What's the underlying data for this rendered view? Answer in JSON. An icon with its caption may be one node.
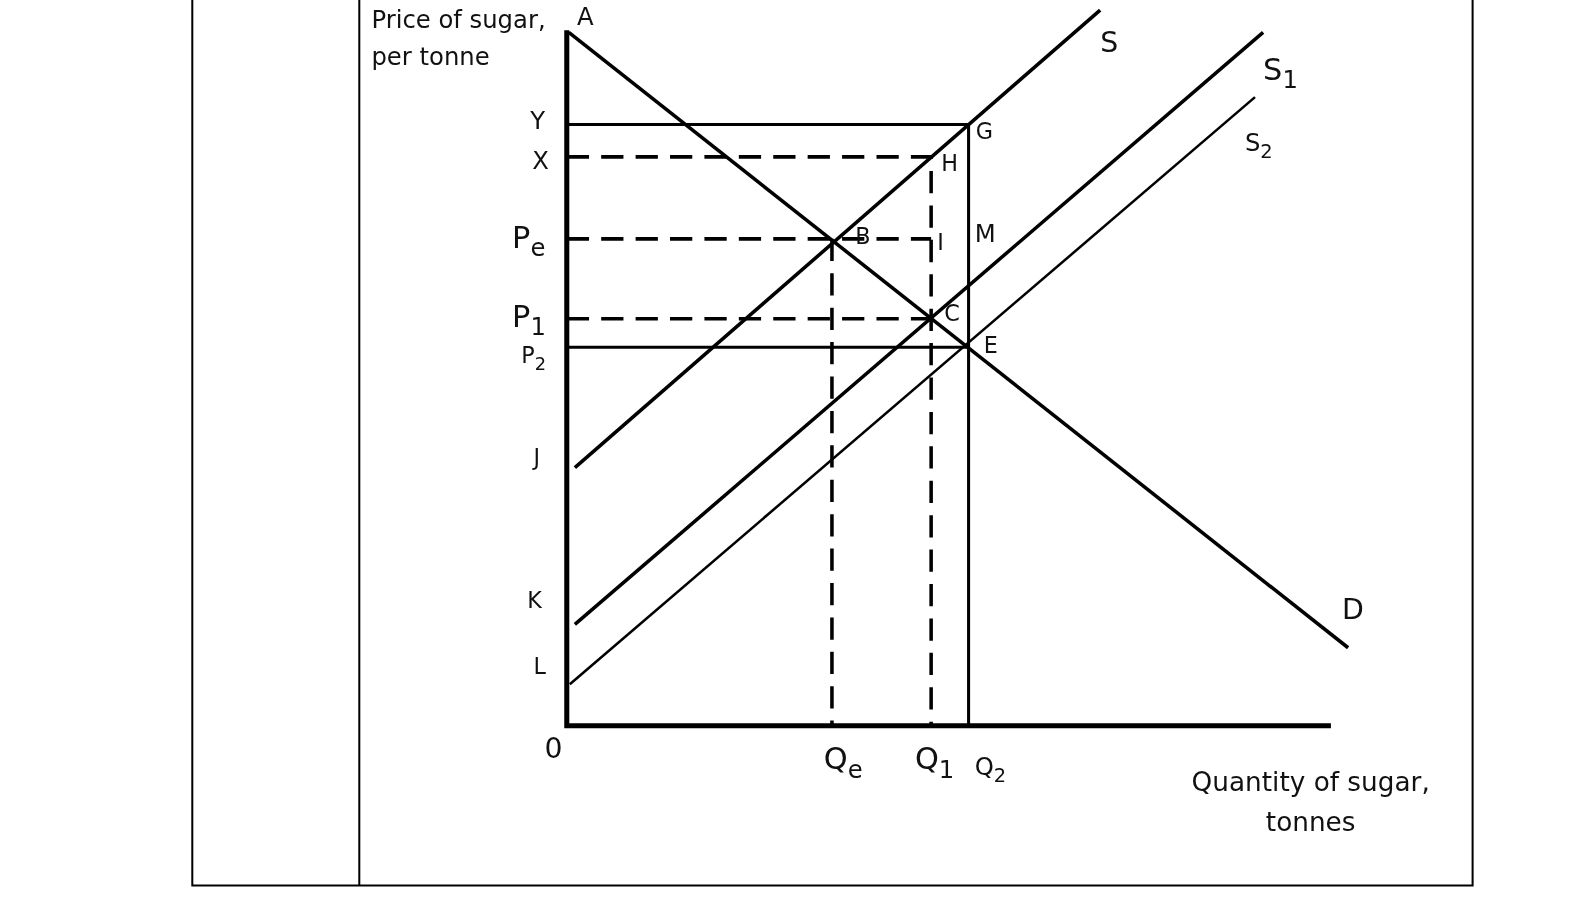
{
  "diagram": {
    "labels": [
      "Price of sugar, per tonne",
      "A",
      "S",
      "S$_{1}$",
      "Y",
      "G",
      "S$_{2}$",
      "X",
      "H",
      "P$_{e}$",
      "B",
      "I",
      "M",
      "P$_{1}$",
      "C",
      "P$_{2}$",
      "E",
      "J",
      "K",
      "D",
      "L",
      "0",
      "Q$_{e}$",
      "Q$_{1}$",
      "Q$_{2}$",
      "Quantity of sugar, tonnes"
    ]
  }
}
